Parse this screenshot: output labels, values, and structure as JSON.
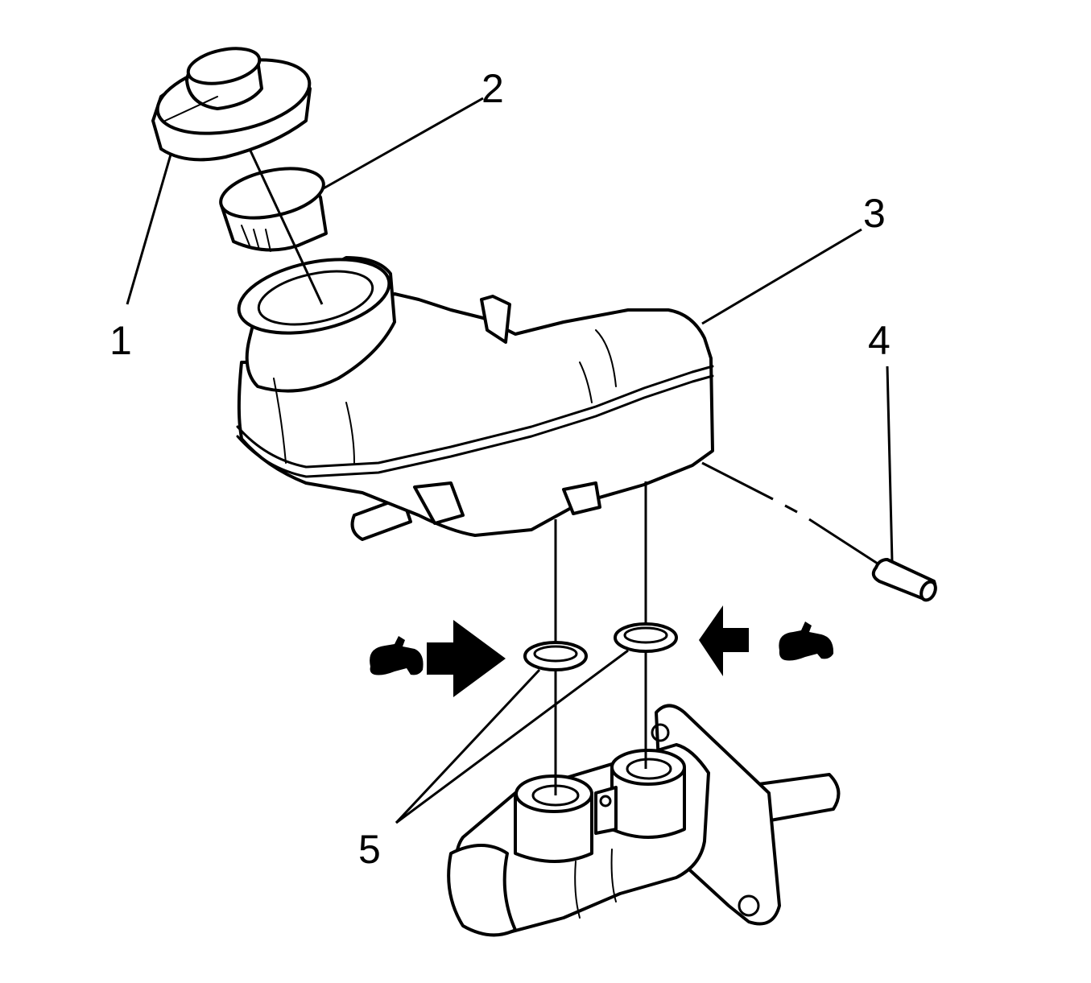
{
  "callouts": [
    {
      "id": "1",
      "label": "1"
    },
    {
      "id": "2",
      "label": "2"
    },
    {
      "id": "3",
      "label": "3"
    },
    {
      "id": "4",
      "label": "4"
    },
    {
      "id": "5",
      "label": "5"
    }
  ],
  "colors": {
    "ink": "#000000",
    "paper": "#ffffff"
  },
  "symbols": [
    "lubricate-icon",
    "arrow-right-icon",
    "arrow-left-icon"
  ]
}
